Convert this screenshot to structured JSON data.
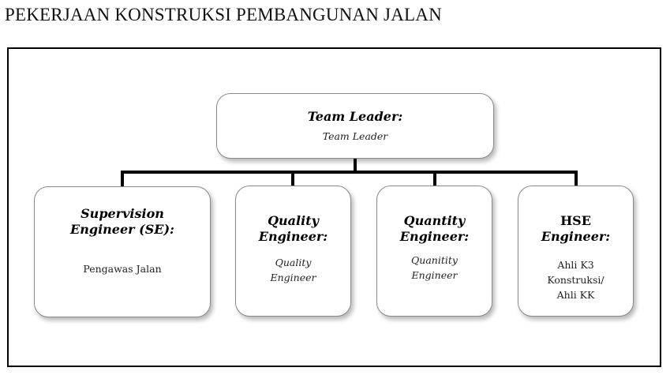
{
  "header": {
    "title": "PEKERJAAN KONSTRUKSI PEMBANGUNAN JALAN"
  },
  "org_chart": {
    "root": {
      "role_lines": [
        "Team Leader:"
      ],
      "desc_lines": [
        "Team Leader"
      ]
    },
    "children": [
      {
        "role_lines": [
          "Supervision",
          "Engineer (SE):"
        ],
        "desc_lines": [
          "Pengawas Jalan"
        ]
      },
      {
        "role_lines": [
          "Quality",
          "Engineer:"
        ],
        "desc_lines": [
          "Quality",
          "Engineer"
        ]
      },
      {
        "role_lines": [
          "Quantity",
          "Engineer:"
        ],
        "desc_lines": [
          "Quanitity",
          "Engineer"
        ]
      },
      {
        "role_lines": [
          "HSE",
          "Engineer:"
        ],
        "desc_lines": [
          "Ahli K3",
          "Konstruksi/",
          "Ahli KK"
        ]
      }
    ]
  }
}
